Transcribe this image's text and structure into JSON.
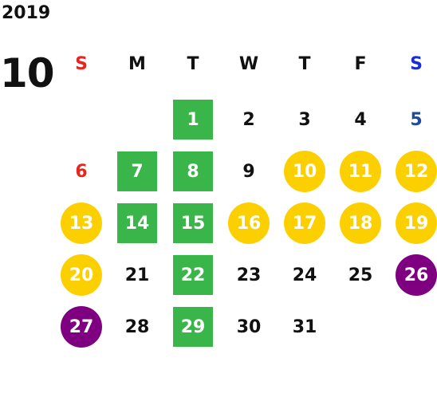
{
  "header": {
    "year": "2019",
    "month": "10"
  },
  "colors": {
    "sunday": "#e8241c",
    "saturday": "#1f4a9a",
    "saturday_header": "#1a2cd8",
    "green": "#3ab54a",
    "yellow": "#fcd000",
    "purple": "#7e0080"
  },
  "weekdays": [
    "S",
    "M",
    "T",
    "W",
    "T",
    "F",
    "S"
  ],
  "days": [
    {
      "label": "1",
      "style": "square"
    },
    {
      "label": "2",
      "style": "plain"
    },
    {
      "label": "3",
      "style": "plain"
    },
    {
      "label": "4",
      "style": "plain"
    },
    {
      "label": "5",
      "style": "blue"
    },
    {
      "label": "6",
      "style": "red"
    },
    {
      "label": "7",
      "style": "square"
    },
    {
      "label": "8",
      "style": "square"
    },
    {
      "label": "9",
      "style": "plain"
    },
    {
      "label": "10",
      "style": "circle-y"
    },
    {
      "label": "11",
      "style": "circle-y"
    },
    {
      "label": "12",
      "style": "circle-y"
    },
    {
      "label": "13",
      "style": "circle-y"
    },
    {
      "label": "14",
      "style": "square"
    },
    {
      "label": "15",
      "style": "square"
    },
    {
      "label": "16",
      "style": "circle-y"
    },
    {
      "label": "17",
      "style": "circle-y"
    },
    {
      "label": "18",
      "style": "circle-y"
    },
    {
      "label": "19",
      "style": "circle-y"
    },
    {
      "label": "20",
      "style": "circle-y"
    },
    {
      "label": "21",
      "style": "plain"
    },
    {
      "label": "22",
      "style": "square"
    },
    {
      "label": "23",
      "style": "plain"
    },
    {
      "label": "24",
      "style": "plain"
    },
    {
      "label": "25",
      "style": "plain"
    },
    {
      "label": "26",
      "style": "circle-p"
    },
    {
      "label": "27",
      "style": "circle-p"
    },
    {
      "label": "28",
      "style": "plain"
    },
    {
      "label": "29",
      "style": "square"
    },
    {
      "label": "30",
      "style": "plain"
    },
    {
      "label": "31",
      "style": "plain"
    }
  ]
}
